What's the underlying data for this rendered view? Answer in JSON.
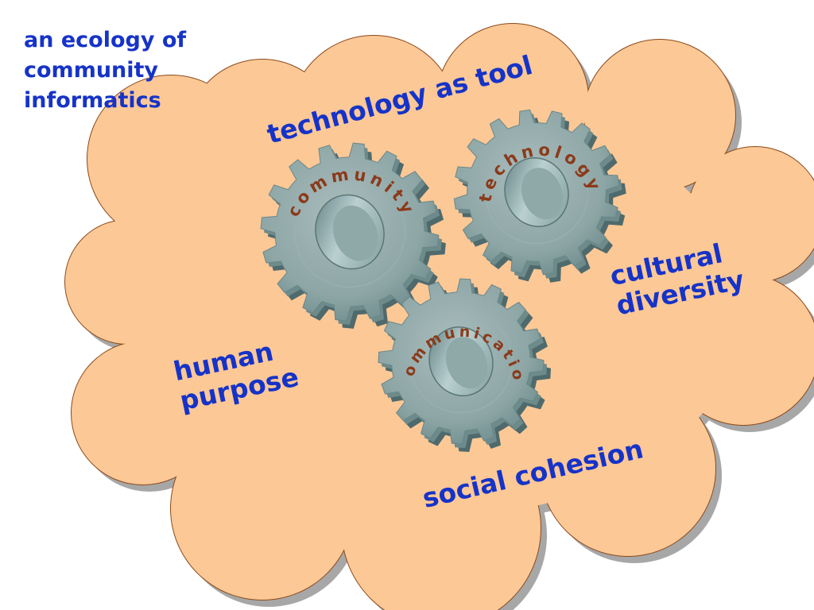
{
  "title": {
    "line1": "an ecology of",
    "line2": "community",
    "line3": "informatics"
  },
  "cloud_labels": {
    "technology_as_tool": "technology as tool",
    "cultural_diversity_1": "cultural",
    "cultural_diversity_2": "diversity",
    "human_purpose_1": "human",
    "human_purpose_2": "purpose",
    "social_cohesion": "social cohesion"
  },
  "gears": {
    "community": "community",
    "technology": "technology",
    "communication": "communication"
  },
  "colors": {
    "label_blue": "#1633c8",
    "cloud_fill": "#fcc896",
    "cloud_stroke": "#8b4a1a",
    "gear_fill": "#8fa8a8",
    "gear_text": "#8b3a1a"
  }
}
